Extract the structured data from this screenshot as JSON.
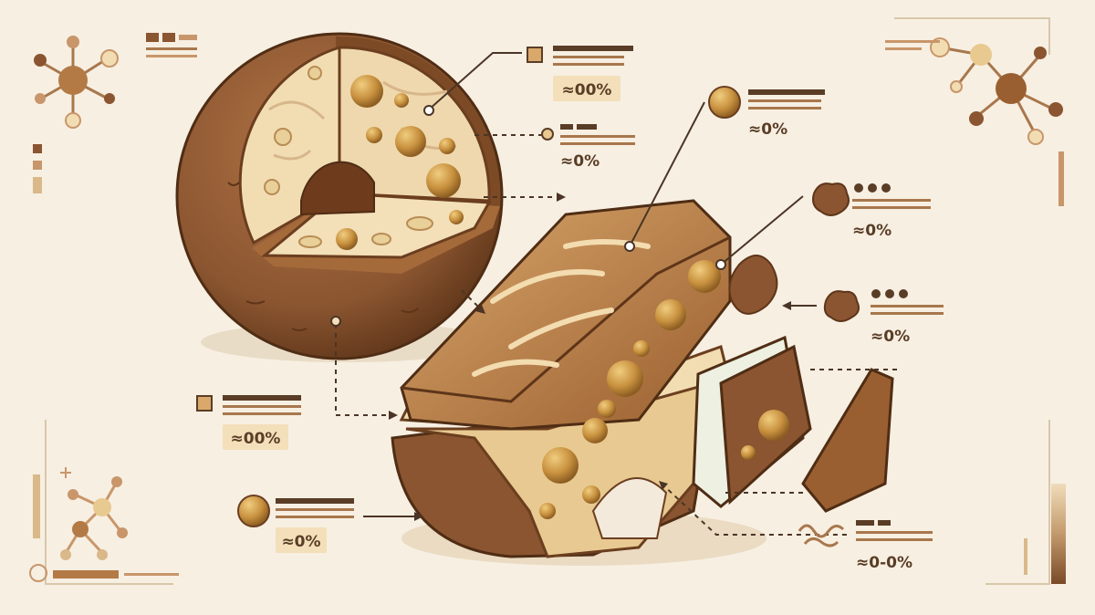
{
  "colors": {
    "background": "#f7efe2",
    "shell_dark": "#7a4a28",
    "shell_mid": "#a0663a",
    "cream": "#f2ddb3",
    "bead": "#c8913f",
    "ink": "#5a3d26"
  },
  "callouts": [
    {
      "id": "sphere-top",
      "value": "≈00%",
      "icon": "square-icon",
      "boxed": true
    },
    {
      "id": "sphere-mid",
      "value": "≈0%",
      "icon": "dot-icon",
      "boxed": false
    },
    {
      "id": "bar-bead",
      "value": "≈0%",
      "icon": "bead-icon",
      "boxed": false
    },
    {
      "id": "crumb-1",
      "value": "≈0%",
      "icon": "crumb-icon",
      "boxed": false
    },
    {
      "id": "crumb-2",
      "value": "≈0%",
      "icon": "crumb-icon",
      "boxed": false
    },
    {
      "id": "left-square",
      "value": "≈00%",
      "icon": "square-icon",
      "boxed": true
    },
    {
      "id": "left-bead",
      "value": "≈0%",
      "icon": "bead-icon",
      "boxed": true
    },
    {
      "id": "bottom-right",
      "value": "≈0-0%",
      "icon": "squiggle-icon",
      "boxed": false
    }
  ]
}
